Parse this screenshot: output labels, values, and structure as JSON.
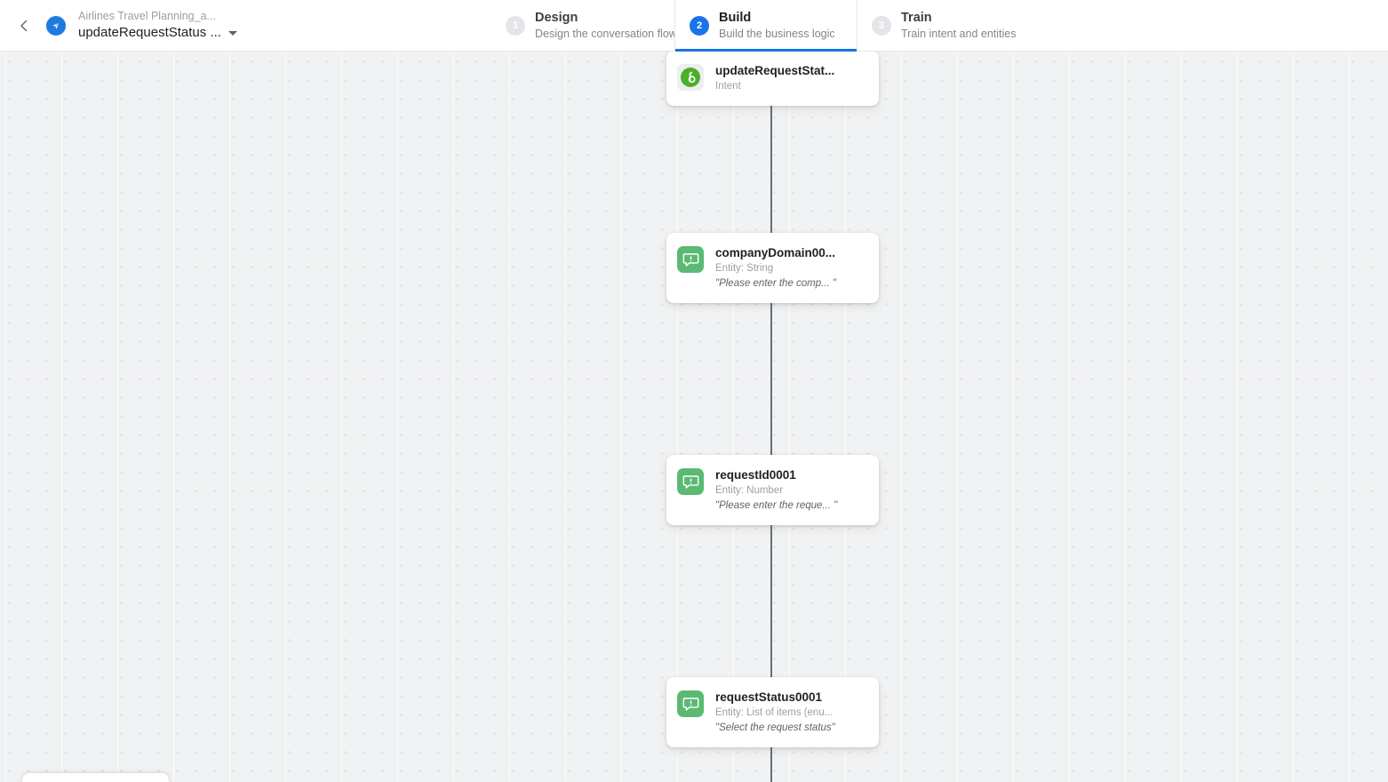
{
  "header": {
    "back_icon": "chevron-left-icon",
    "brand_icon": "paper-plane-logo",
    "project_name": "Airlines Travel Planning_a...",
    "flow_name": "updateRequestStatus ...",
    "dropdown_icon": "caret-down-icon",
    "tabs": [
      {
        "number": "1",
        "title": "Design",
        "subtitle": "Design the conversation flow",
        "active": false
      },
      {
        "number": "2",
        "title": "Build",
        "subtitle": "Build the business logic",
        "active": true
      },
      {
        "number": "3",
        "title": "Train",
        "subtitle": "Train intent and entities",
        "active": false
      }
    ]
  },
  "canvas": {
    "nodes": [
      {
        "title": "updateRequestStat...",
        "subtitle": "Intent",
        "prompt": "",
        "icon": "intent-bot-icon",
        "type": "intent"
      },
      {
        "title": "companyDomain00...",
        "subtitle": "Entity: String",
        "prompt": "\"Please enter the comp...  \"",
        "icon": "entity-prompt-icon",
        "type": "entity"
      },
      {
        "title": "requestId0001",
        "subtitle": "Entity: Number",
        "prompt": "\"Please enter the reque...  \"",
        "icon": "entity-prompt-icon",
        "type": "entity"
      },
      {
        "title": "requestStatus0001",
        "subtitle": "Entity: List of items (enu...",
        "prompt": "\"Select the request status\"",
        "icon": "entity-prompt-icon",
        "type": "entity"
      }
    ]
  },
  "colors": {
    "accent_blue": "#1a73e8",
    "intent_green": "#4caf2a",
    "entity_green": "#5bb974",
    "canvas_bg": "#f1f2f3",
    "connector": "#6b6f73"
  }
}
